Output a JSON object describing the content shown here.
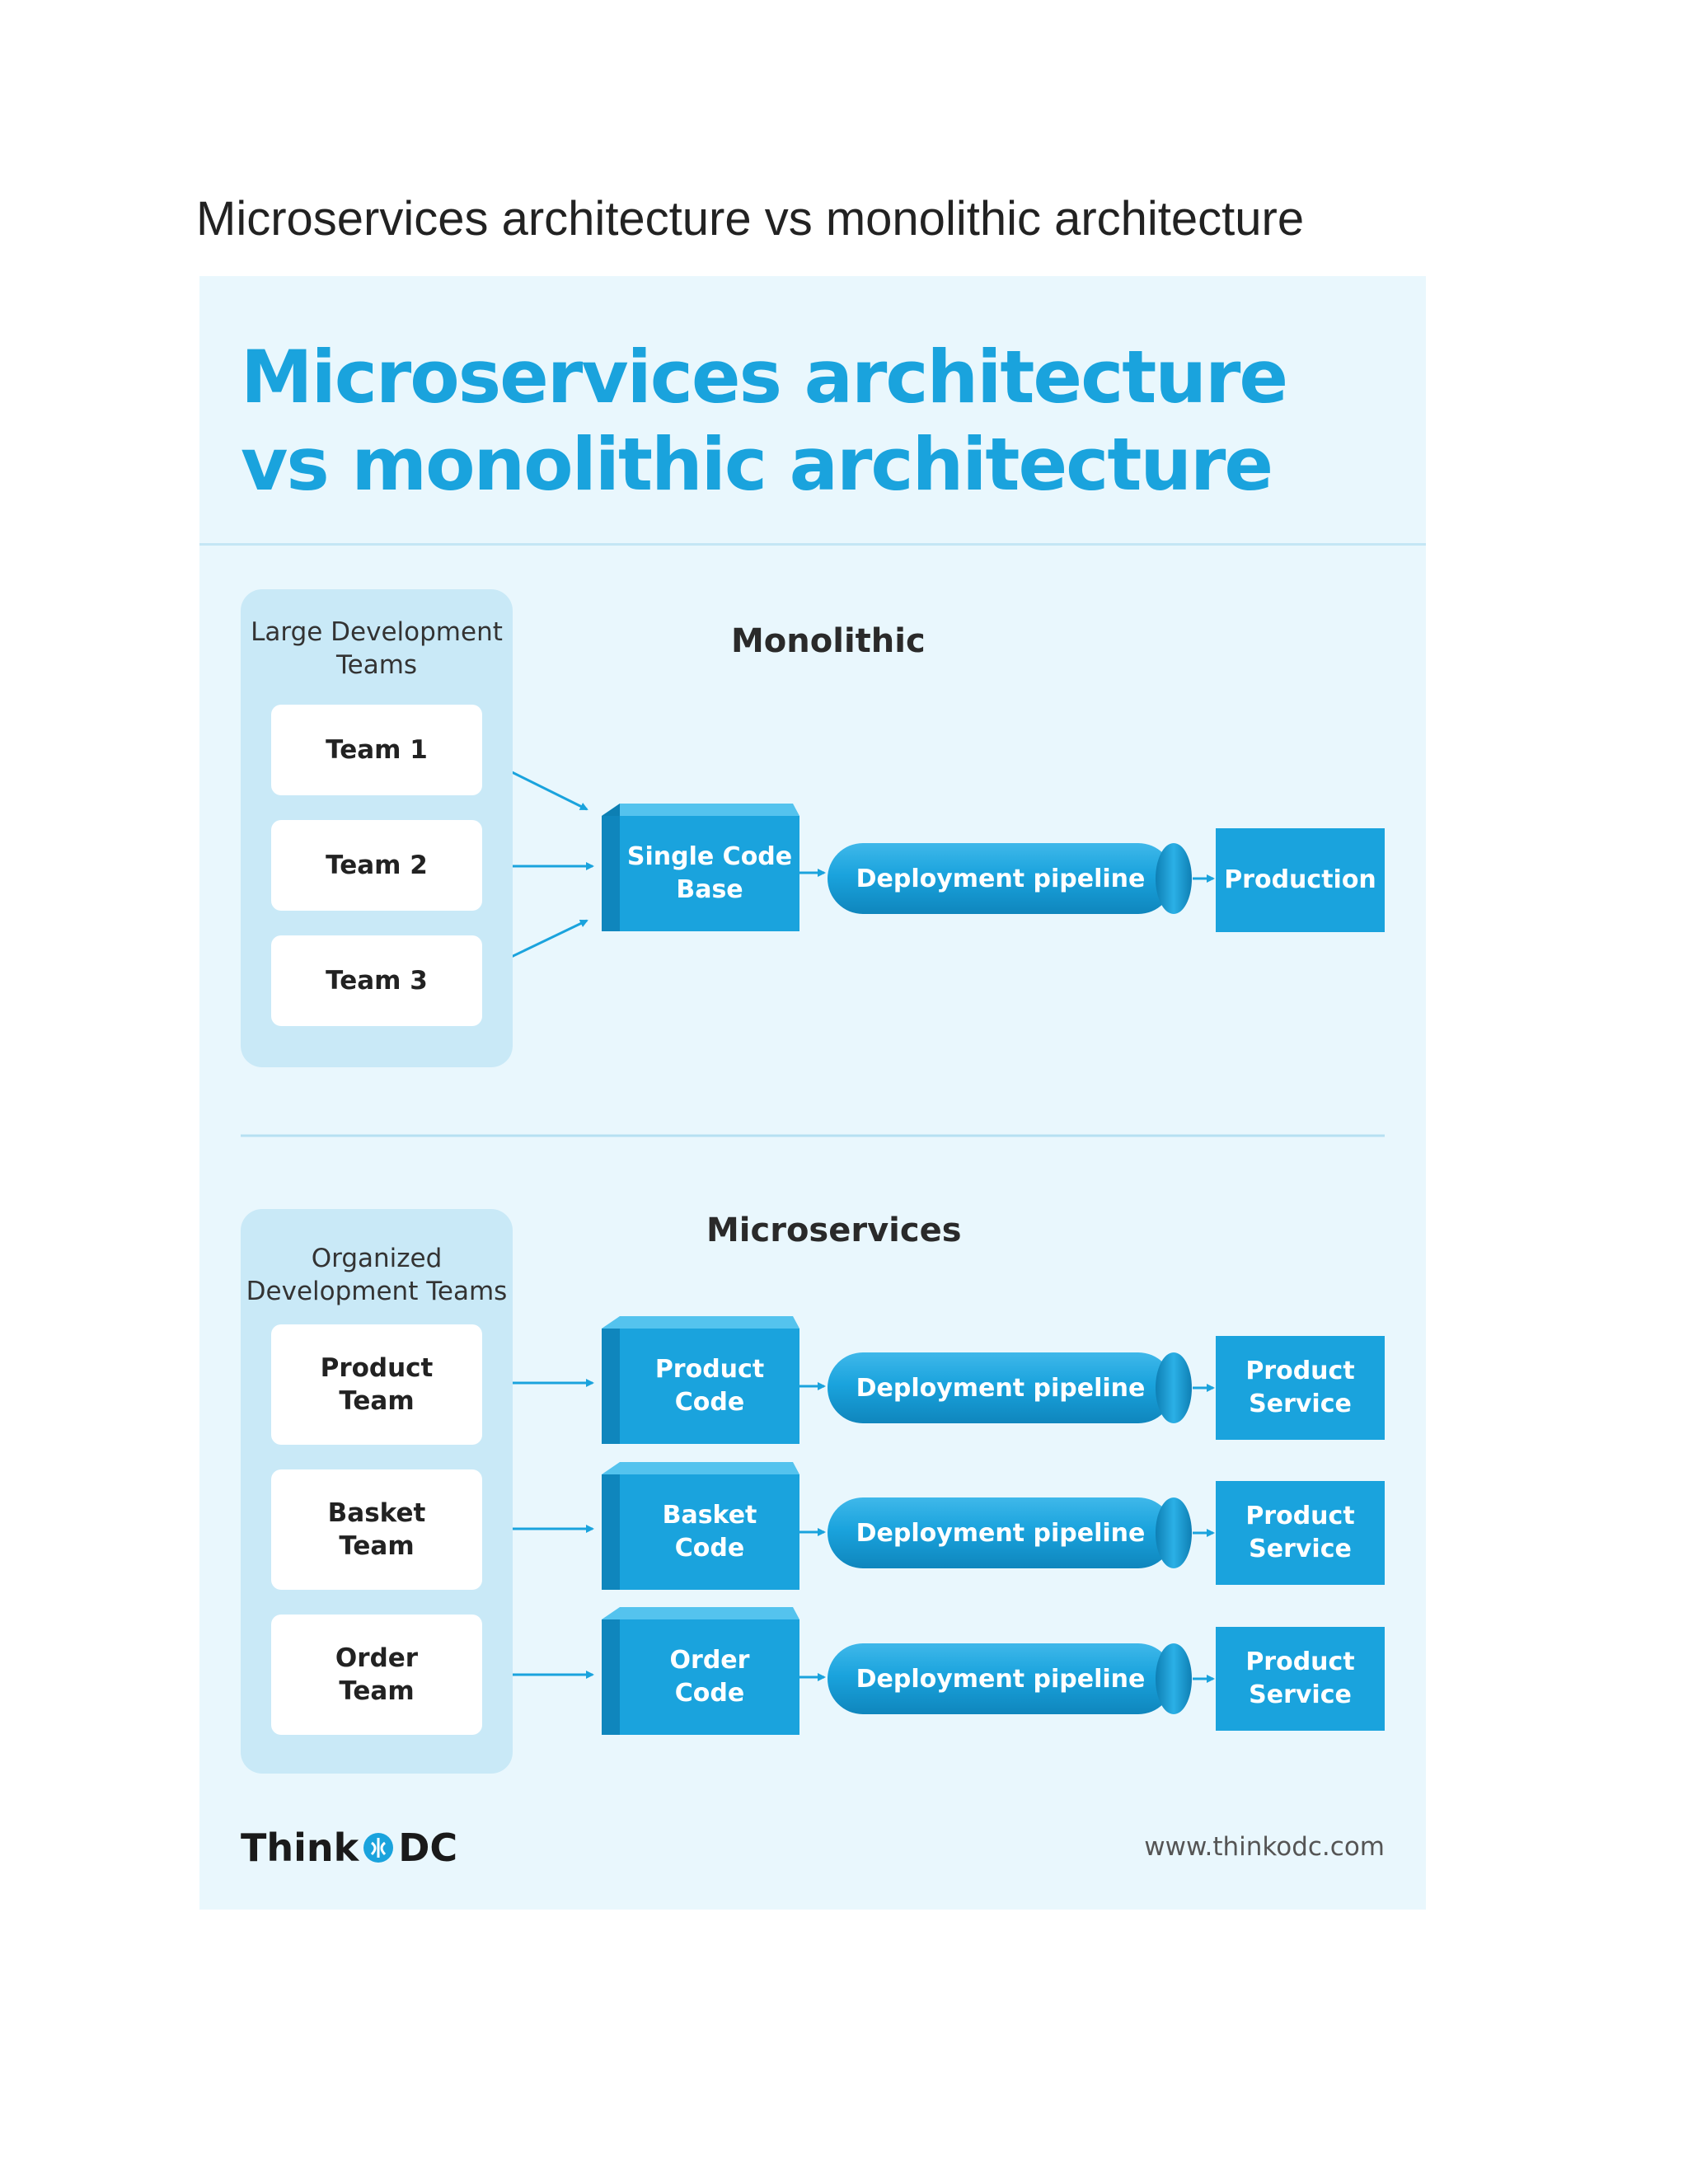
{
  "page": {
    "heading": "Microservices architecture vs monolithic architecture"
  },
  "infographic": {
    "title": "Microservices architecture vs monolithic architecture",
    "monolithic": {
      "section_title": "Monolithic",
      "panel_label": "Large  Development\nTeams",
      "teams": [
        "Team 1",
        "Team 2",
        "Team 3"
      ],
      "code": "Single Code\nBase",
      "pipeline": "Deployment pipeline",
      "output": "Production"
    },
    "microservices": {
      "section_title": "Microservices",
      "panel_label": "Organized\nDevelopment Teams",
      "rows": [
        {
          "team": "Product\nTeam",
          "code": "Product\nCode",
          "pipeline": "Deployment pipeline",
          "output": "Product\nService"
        },
        {
          "team": "Basket\nTeam",
          "code": "Basket\nCode",
          "pipeline": "Deployment pipeline",
          "output": "Product\nService"
        },
        {
          "team": "Order\nTeam",
          "code": "Order\nCode",
          "pipeline": "Deployment pipeline",
          "output": "Product\nService"
        }
      ]
    },
    "footer": {
      "logo_text_1": "Think",
      "logo_text_2": "DC",
      "website": "www.thinkodc.com"
    },
    "colors": {
      "accent": "#1aa3dd",
      "card_bg": "#e9f7fd",
      "panel_bg": "#c9e9f7"
    }
  }
}
